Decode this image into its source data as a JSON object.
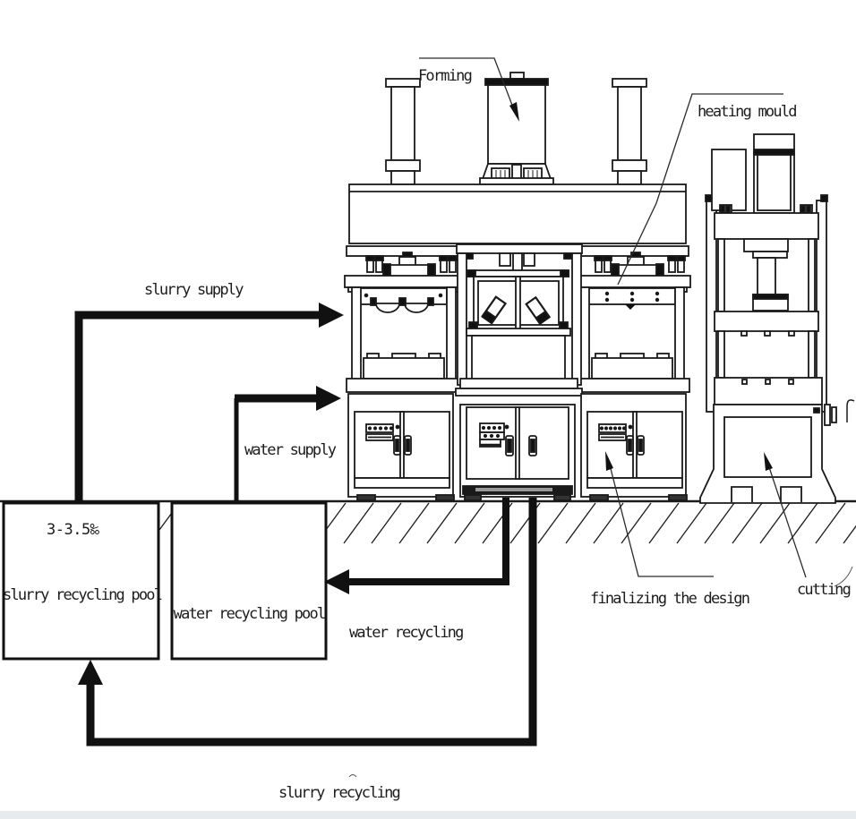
{
  "diagram": {
    "type": "process-flow-schematic",
    "subject": "pulp molding production line",
    "labels": {
      "forming": "Forming",
      "heating_mould": "heating mould",
      "slurry_supply": "slurry supply",
      "water_supply": "water supply",
      "concentration": "3-3.5‰",
      "slurry_pool": "slurry recycling pool",
      "water_pool": "water recycling pool",
      "water_recycling": "water recycling",
      "finalizing": "finalizing the design",
      "cutting": "cutting",
      "slurry_recycling": "slurry recycling"
    },
    "colors": {
      "line": "#1a1a1a",
      "background": "#ffffff",
      "footer_strip": "#e8ebee"
    }
  }
}
